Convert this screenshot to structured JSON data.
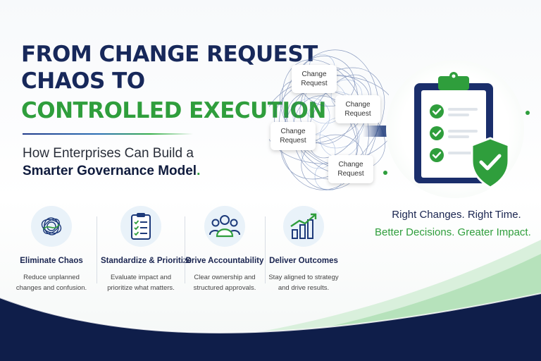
{
  "headline": {
    "line1": "FROM CHANGE REQUEST",
    "line2": "CHAOS TO",
    "line3": "CONTROLLED EXECUTION"
  },
  "subtitle": {
    "line1": "How Enterprises Can Build a",
    "line2": "Smarter Governance Model",
    "line2_end": "."
  },
  "chaos_cards": [
    "Change\nRequest",
    "Change\nRequest",
    "Change\nRequest",
    "Change\nRequest"
  ],
  "tagline": {
    "line1": "Right Changes. Right Time.",
    "line2": "Better Decisions. Greater Impact."
  },
  "features": [
    {
      "icon": "tangle-icon",
      "title": "Eliminate Chaos",
      "desc": "Reduce unplanned\nchanges and confusion."
    },
    {
      "icon": "checklist-icon",
      "title": "Standardize & Prioritize",
      "desc": "Evaluate impact and\nprioritize what matters."
    },
    {
      "icon": "team-icon",
      "title": "Drive Accountability",
      "desc": "Clear ownership and\nstructured approvals."
    },
    {
      "icon": "growth-chart-icon",
      "title": "Deliver Outcomes",
      "desc": "Stay aligned to strategy\nand drive results."
    }
  ],
  "colors": {
    "navy": "#17285a",
    "green": "#2f9e3c",
    "dark_navy": "#0f1e4a"
  }
}
